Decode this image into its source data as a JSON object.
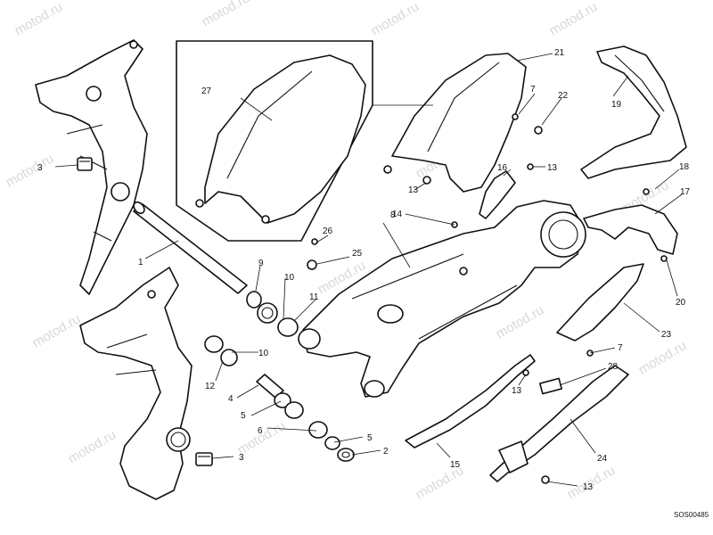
{
  "diagram_code": "SOS00485",
  "watermark": "motod.ru",
  "callouts": {
    "c1": "1",
    "c2": "2",
    "c3a": "3",
    "c3b": "3",
    "c4": "4",
    "c5a": "5",
    "c5b": "5",
    "c6": "6",
    "c7a": "7",
    "c7b": "7",
    "c8": "8",
    "c9": "9",
    "c10a": "10",
    "c10b": "10",
    "c11": "11",
    "c12": "12",
    "c13a": "13",
    "c13b": "13",
    "c13c": "13",
    "c13d": "13",
    "c14": "14",
    "c15": "15",
    "c16": "16",
    "c17": "17",
    "c18": "18",
    "c19": "19",
    "c20": "20",
    "c21": "21",
    "c22": "22",
    "c23": "23",
    "c24": "24",
    "c25": "25",
    "c26": "26",
    "c27": "27",
    "c28": "28"
  }
}
